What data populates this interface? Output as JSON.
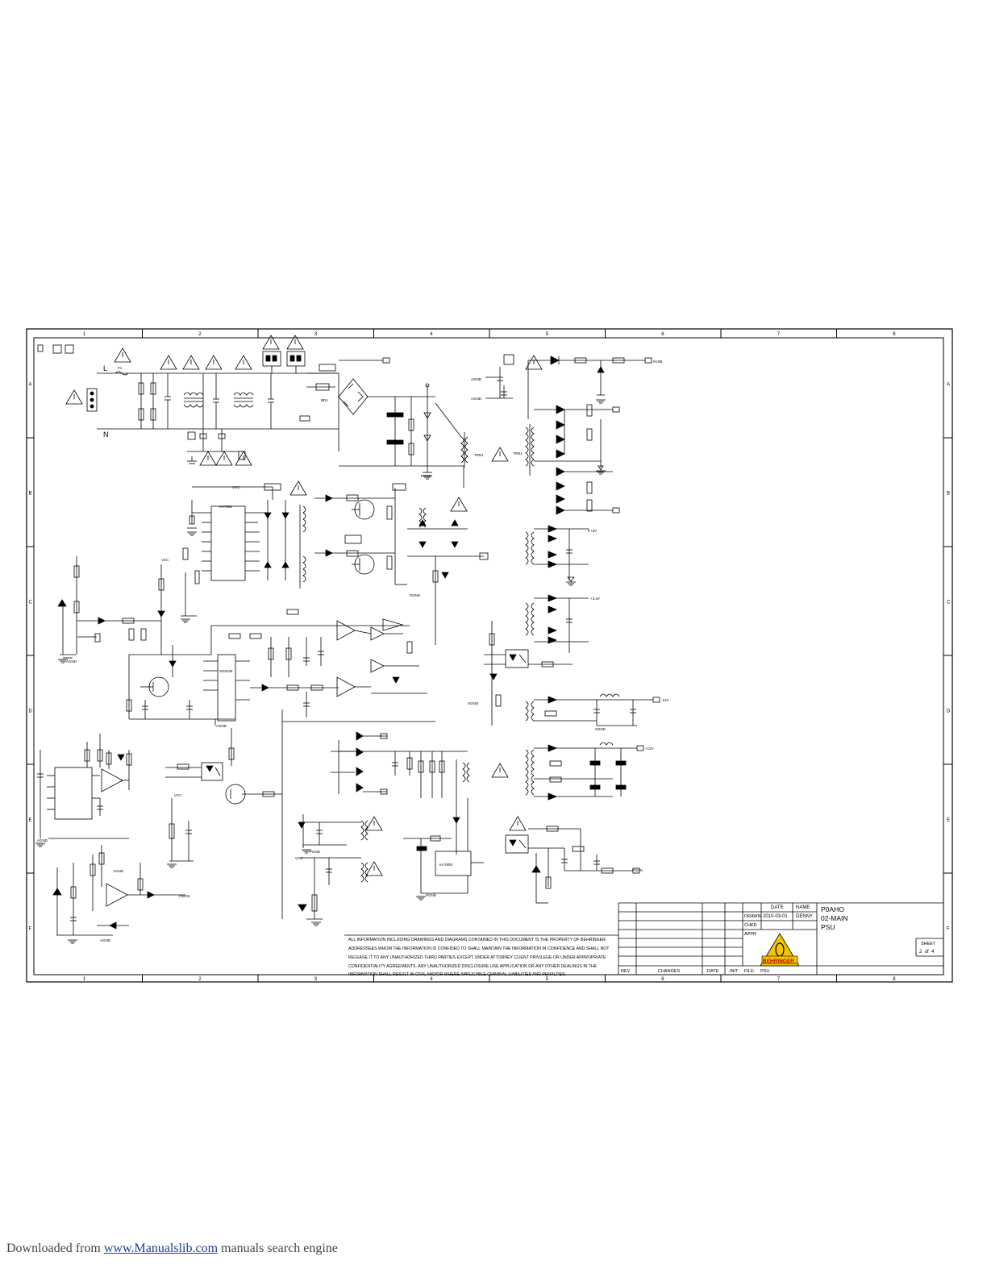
{
  "grid": {
    "columns": [
      "1",
      "2",
      "3",
      "4",
      "5",
      "6",
      "7",
      "8"
    ],
    "rows": [
      "A",
      "B",
      "C",
      "D",
      "E",
      "F"
    ]
  },
  "labels": {
    "line": "L",
    "neutral": "N",
    "vcc": "VCC",
    "agnd": "AGND",
    "pgnd": "PGND",
    "sgnd": "SGND",
    "ic_main": "SG6105",
    "ic_ctrl": "KA7500",
    "ic_bottom": "KA7805",
    "fuse": "F1",
    "bridge": "BD1",
    "transformer_main": "TRN1",
    "transformer_aux": "TRN2",
    "out_5vsb": "5VSB",
    "out_12v": "+12V",
    "out_5v": "+5V",
    "out_33v": "+3.3V",
    "out_m12v": "-12V",
    "pwok": "PWOK",
    "ps_on": "PSON"
  },
  "title_block": {
    "col_date": "DATE",
    "col_name": "NAME",
    "row_drawn": "DRAWN",
    "row_checked": "CHKD",
    "row_approved": "APPR",
    "drawn_date": "2010-03-01",
    "drawn_name": "DENNY",
    "title_line1": "P0AHO",
    "title_line2": "02-MAIN",
    "title_line3": "PSU",
    "sheet_label": "SHEET",
    "sheet_value": "2  of  4",
    "logo_text": "BEHRINGER",
    "rev": "REV",
    "changes": "CHANGES",
    "date": "DATE",
    "init": "INIT",
    "file_label": "FILE:",
    "file_value": "PSU",
    "notice": [
      "ALL INFORMATION INCLUDING DRAWINGS AND DIAGRAMS CONTAINED IN THIS DOCUMENT IS THE PROPERTY OF BEHRINGER.",
      "ADDRESSEES WHOM THE INFORMATION IS CONFIDED TO SHALL MAINTAIN THE INFORMATION IN CONFIDENCE AND SHALL NOT",
      "RELEASE IT TO ANY UNAUTHORIZED THIRD PARTIES EXCEPT UNDER ATTORNEY CLIENT PRIVILEGE OR UNDER APPROPRIATE",
      "CONFIDENTIALITY AGREEMENTS. ANY UNAUTHORIZED DISCLOSURE USE APPLICATION OR ANY OTHER DEALINGS IN THE",
      "INFORMATION SHALL RESULT IN CIVIL AND/OR WHERE APPLICABLE CRIMINAL LIABILITIES AND PENALTIES."
    ]
  },
  "footer": {
    "prefix": "Downloaded from",
    "link": "www.Manualslib.com",
    "suffix": "manuals search engine"
  },
  "colors": {
    "ink": "#000000",
    "paper": "#ffffff",
    "logo_yellow": "#f5c400",
    "link_blue": "#1a3c9c"
  }
}
